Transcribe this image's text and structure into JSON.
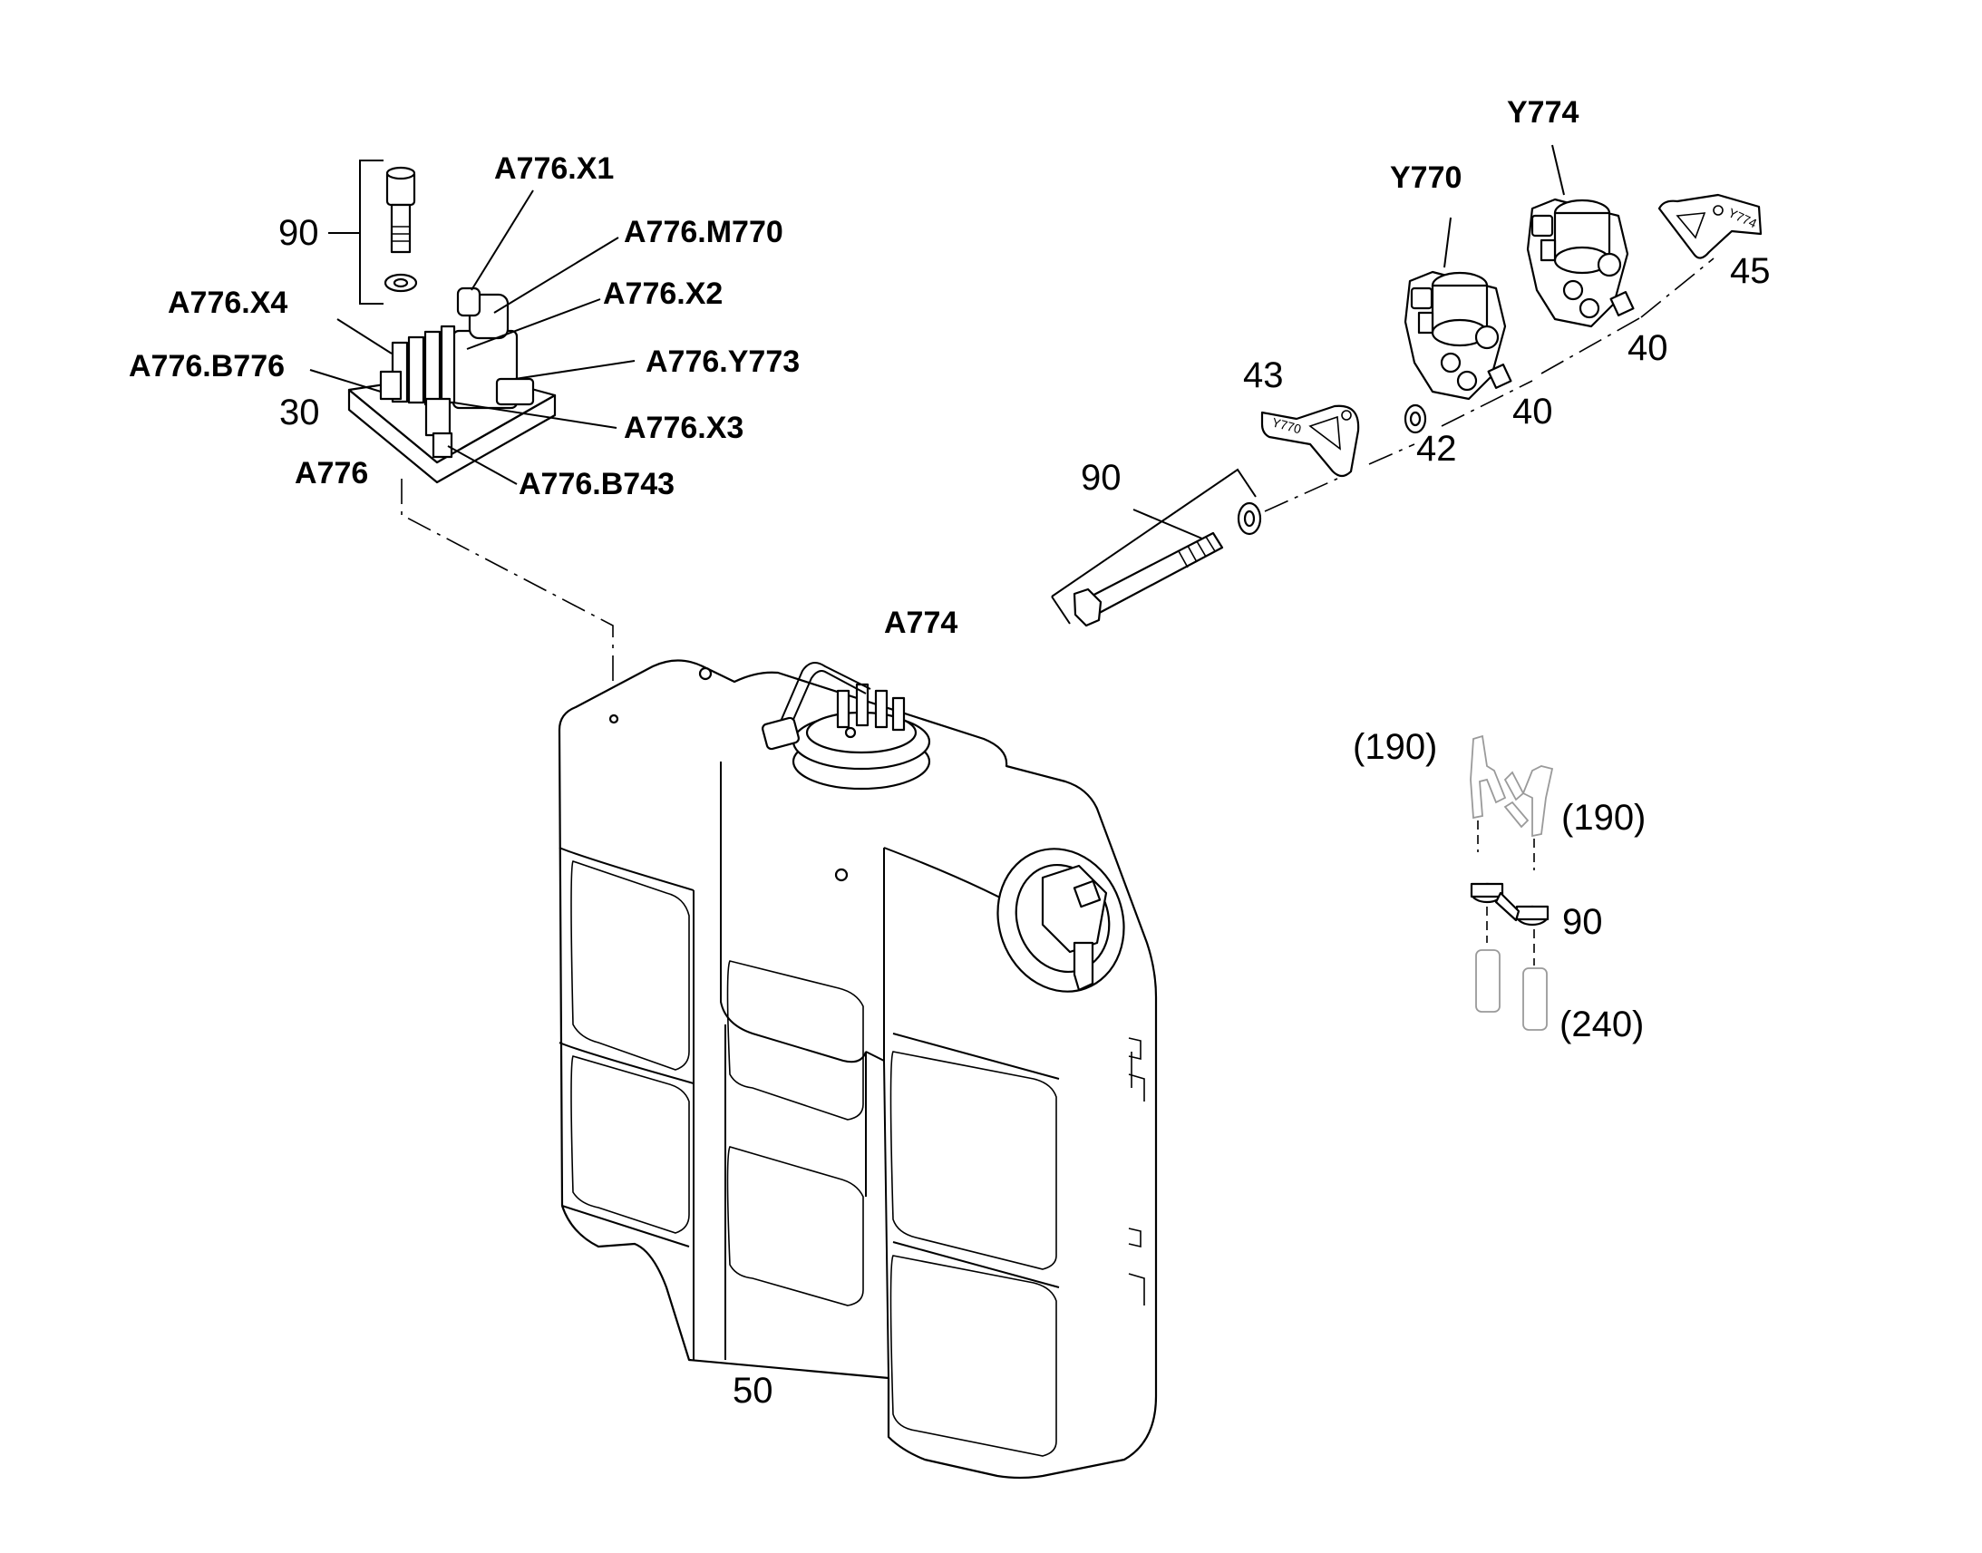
{
  "labels": {
    "a776_x1": "A776.X1",
    "a776_m770": "A776.M770",
    "a776_x2": "A776.X2",
    "a776_x4": "A776.X4",
    "a776_b776": "A776.B776",
    "a776_y773": "A776.Y773",
    "a776_x3": "A776.X3",
    "a776_b743": "A776.B743",
    "a776": "A776",
    "a774": "A774",
    "y770": "Y770",
    "y774": "Y774",
    "p90_top": "90",
    "p30": "30",
    "p43": "43",
    "p42": "42",
    "p40_upper": "40",
    "p40_lower": "40",
    "p45": "45",
    "p90_bolt": "90",
    "p190_left": "(190)",
    "p190_right": "(190)",
    "p90_clip": "90",
    "p240": "(240)",
    "p50": "50",
    "bracket_left_text": "Y770",
    "bracket_right_text": "Y774"
  }
}
